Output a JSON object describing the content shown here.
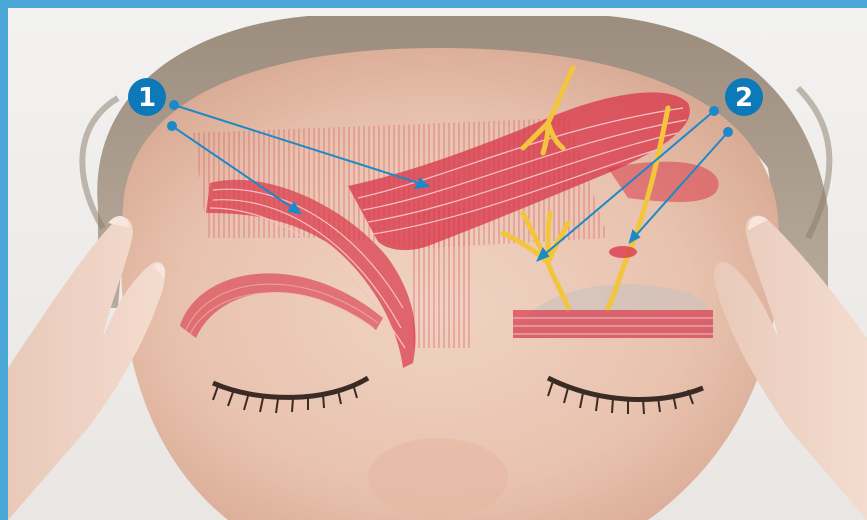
{
  "image": {
    "subject": "forehead-and-brow-anatomy-illustration",
    "colors": {
      "frame": "#4aa8d8",
      "badge": "#0d79b8",
      "pointer": "#1b8ac6",
      "muscle": "#d93a4b",
      "nerve": "#f2c53d",
      "skin": "#e9c7b4"
    }
  },
  "callouts": [
    {
      "label": "1",
      "target": "forehead-and-brow-muscles"
    },
    {
      "label": "2",
      "target": "supraorbital-and-supratrochlear-nerves"
    }
  ]
}
